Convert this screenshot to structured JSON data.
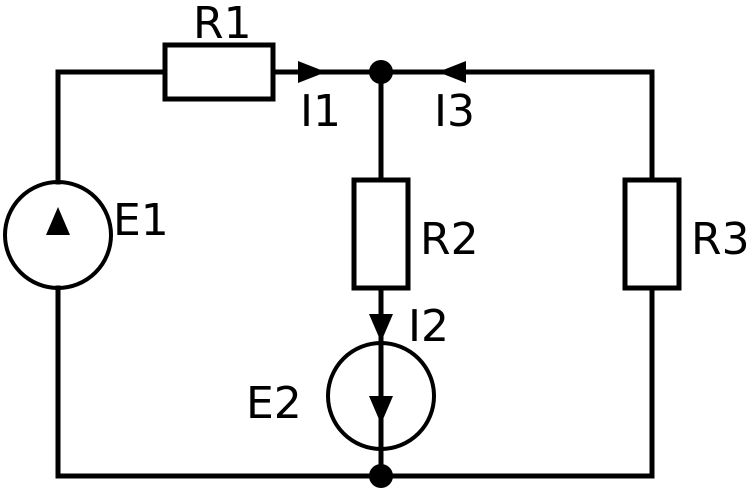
{
  "labels": {
    "r1": "R1",
    "r2": "R2",
    "r3": "R3",
    "e1": "E1",
    "e2": "E2",
    "i1": "I1",
    "i2": "I2",
    "i3": "I3"
  },
  "colors": {
    "line": "#000000",
    "background": "#ffffff"
  }
}
